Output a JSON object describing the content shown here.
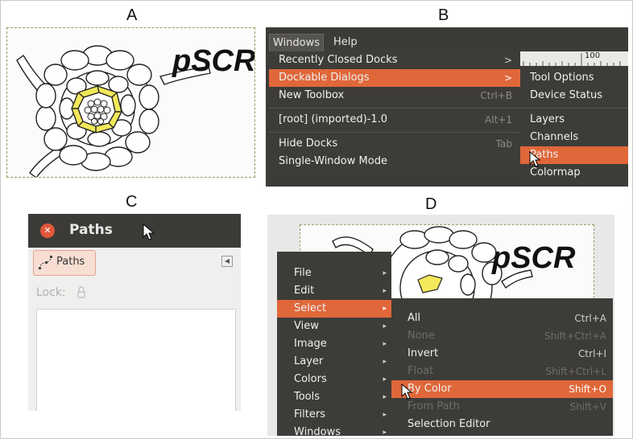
{
  "labels": {
    "a": "A",
    "b": "B",
    "c": "C",
    "d": "D"
  },
  "logo_text": "pSCR",
  "panel_b": {
    "menubar": [
      "Windows",
      "Help"
    ],
    "ruler_mark": "100",
    "windows_menu": [
      {
        "label": "Recently Closed Docks",
        "shortcut": ">",
        "has_submenu": true
      },
      {
        "label": "Dockable Dialogs",
        "shortcut": ">",
        "has_submenu": true,
        "highlighted": true
      },
      {
        "label": "New Toolbox",
        "shortcut": "Ctrl+B"
      },
      {
        "label": "[root] (imported)-1.0",
        "shortcut": "Alt+1"
      },
      {
        "label": "Hide Docks",
        "shortcut": "Tab"
      },
      {
        "label": "Single-Window Mode",
        "shortcut": ""
      }
    ],
    "submenu": [
      "Tool Options",
      "Device Status",
      "Layers",
      "Channels",
      "Paths",
      "Colormap"
    ],
    "submenu_highlight": "Paths"
  },
  "panel_c": {
    "title": "Paths",
    "tab": "Paths",
    "lock": "Lock:"
  },
  "panel_d": {
    "main_menu": [
      "File",
      "Edit",
      "Select",
      "View",
      "Image",
      "Layer",
      "Colors",
      "Tools",
      "Filters",
      "Windows"
    ],
    "main_highlight": "Select",
    "select_menu": [
      {
        "label": "All",
        "shortcut": "Ctrl+A",
        "enabled": true
      },
      {
        "label": "None",
        "shortcut": "Shift+Ctrl+A",
        "enabled": false
      },
      {
        "label": "Invert",
        "shortcut": "Ctrl+I",
        "enabled": true
      },
      {
        "label": "Float",
        "shortcut": "Shift+Ctrl+L",
        "enabled": false
      },
      {
        "label": "By Color",
        "shortcut": "Shift+O",
        "enabled": true,
        "highlighted": true
      },
      {
        "label": "From Path",
        "shortcut": "Shift+V",
        "enabled": false
      },
      {
        "label": "Selection Editor",
        "shortcut": "",
        "enabled": true
      }
    ]
  },
  "colors": {
    "highlight": "#e0673a",
    "menu_bg": "#3d3c38",
    "yellow_cells": "#f2e85a"
  }
}
